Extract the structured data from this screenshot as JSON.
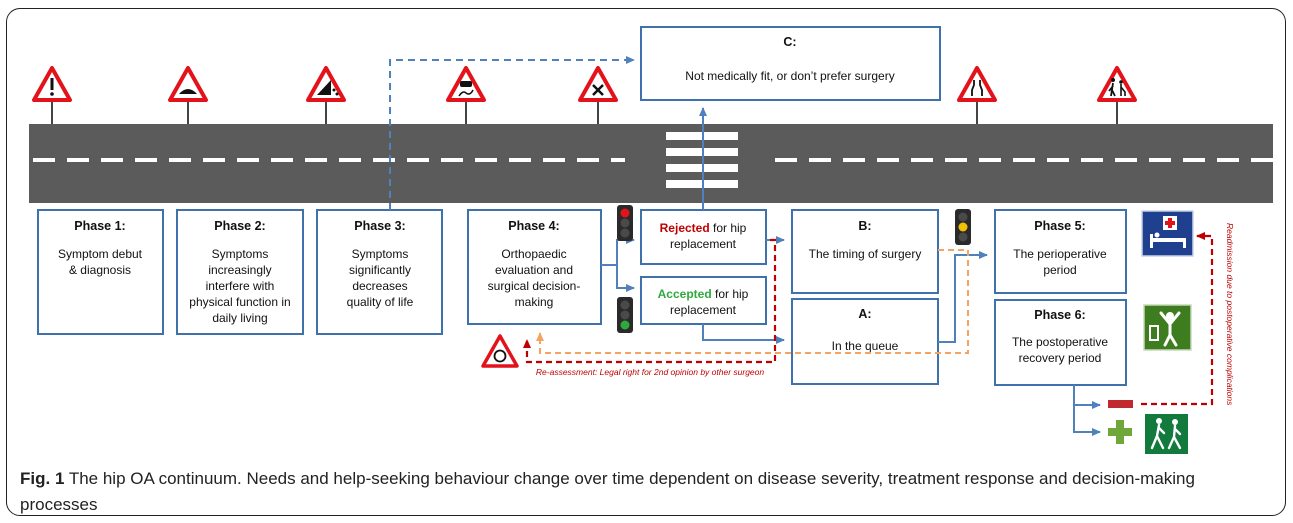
{
  "phases": [
    {
      "title": "Phase 1:",
      "body": [
        "Symptom debut",
        "& diagnosis"
      ]
    },
    {
      "title": "Phase 2:",
      "body": [
        "Symptoms",
        "increasingly",
        "interfere with",
        "physical function in",
        "daily living"
      ]
    },
    {
      "title": "Phase 3:",
      "body": [
        "Symptoms",
        "significantly",
        "decreases",
        "quality of life"
      ]
    },
    {
      "title": "Phase 4:",
      "body": [
        "Orthopaedic",
        "evaluation and",
        "surgical decision-",
        "making"
      ]
    },
    {
      "title": "Phase 5:",
      "body": [
        "The perioperative",
        "period"
      ]
    },
    {
      "title": "Phase 6:",
      "body": [
        "The postoperative",
        "recovery period"
      ]
    }
  ],
  "box_b": {
    "title": "B:",
    "body": "The timing of surgery"
  },
  "box_a": {
    "title": "A:",
    "body": "In the queue"
  },
  "box_c": {
    "title": "C:",
    "body": "Not medically fit, or don’t prefer surgery"
  },
  "rejected": {
    "keyword": "Rejected",
    "rest": " for hip",
    "line2": "replacement"
  },
  "accepted": {
    "keyword": "Accepted",
    "rest": " for hip",
    "line2": "replacement"
  },
  "reassessment_label": "Re-assessment: Legal right for 2nd opinion by other surgeon",
  "readmission_label": "Readmission due to postoperative complications",
  "caption": {
    "label": "Fig. 1",
    "text": " The hip OA continuum. Needs and help-seeking behaviour change over time dependent on disease severity, treatment response and decision-making processes"
  },
  "colors": {
    "box_border": "#3f72ad",
    "arrow_blue": "#4f81bd",
    "arrow_orange": "#f4a460",
    "arrow_red": "#c00000",
    "rejected": "#c00000",
    "accepted": "#2eaa3d",
    "road": "#5b5b5b",
    "sign_red": "#e3131b",
    "hospital_sign": "#1f3f8f",
    "recovery_sign": "#3d7d1f",
    "hiking_sign": "#137a3d",
    "minus": "#c0292e",
    "plus": "#6fa83a"
  },
  "icons": {
    "road_signs": [
      "exclamation-warning-sign-icon",
      "speed-bump-sign-icon",
      "falling-rocks-sign-icon",
      "slippery-road-sign-icon",
      "crossroads-sign-icon",
      "road-narrows-sign-icon",
      "elderly-people-sign-icon"
    ],
    "roundabout": "roundabout-sign-icon",
    "traffic_lights": [
      "traffic-light-red-icon",
      "traffic-light-green-icon",
      "traffic-light-yellow-icon"
    ],
    "hospital": "hospital-bed-sign-icon",
    "recovery": "exercise-person-sign-icon",
    "hiking": "hiking-sign-icon",
    "minus": "minus-icon",
    "plus": "plus-icon"
  }
}
